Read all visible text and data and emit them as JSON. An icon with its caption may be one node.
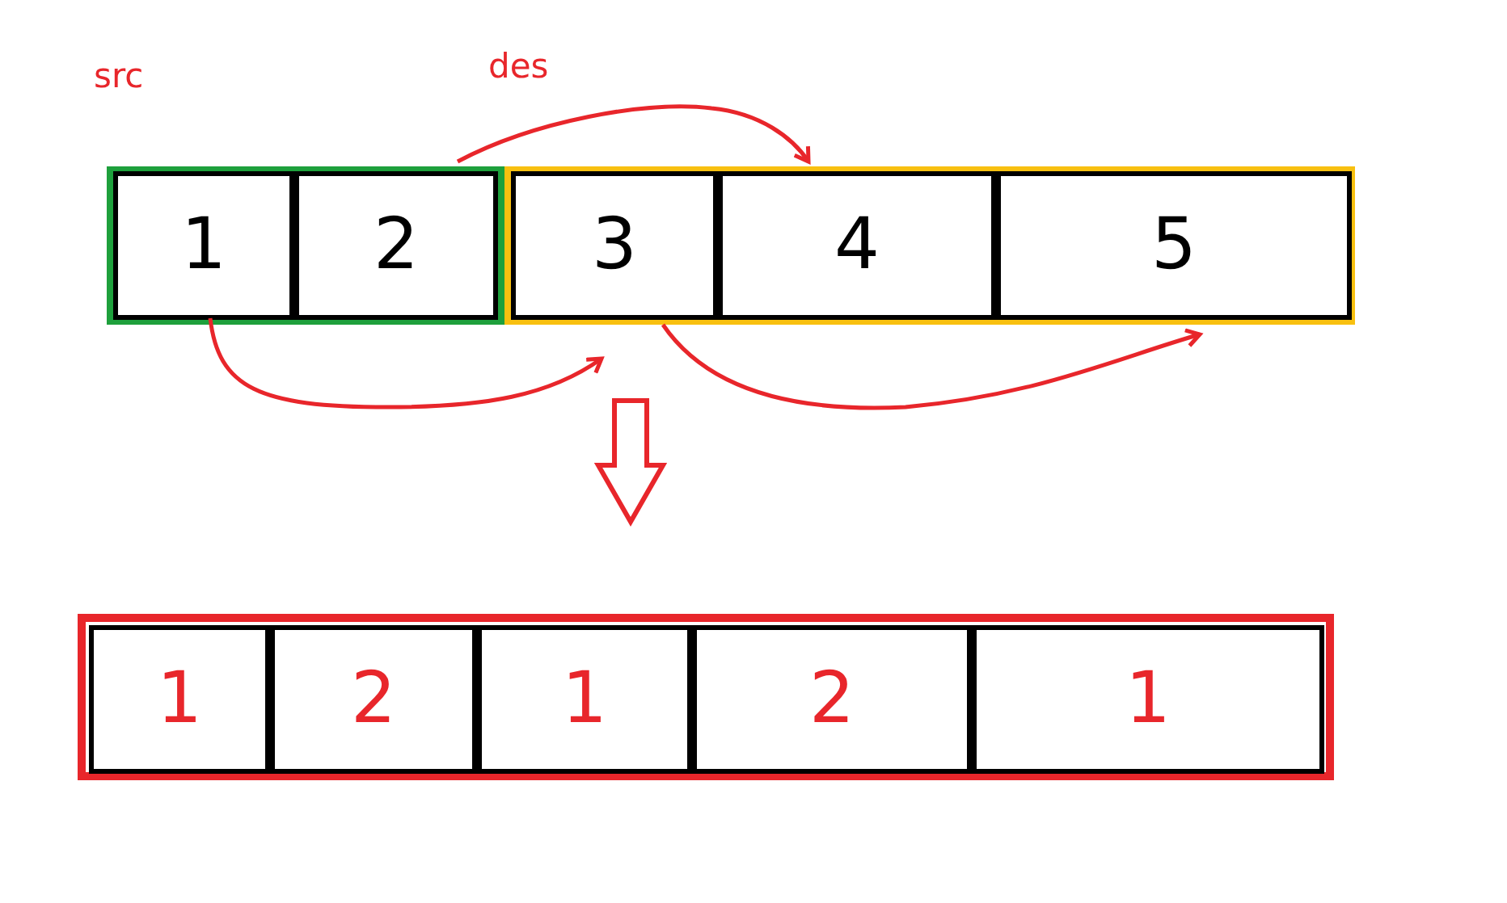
{
  "diagram": {
    "nodes": [
      {
        "text": [
          "src"
        ]
      },
      {
        "text": [
          "des"
        ]
      },
      {
        "text": [
          "1"
        ],
        "in": 0
      },
      {
        "text": [
          "2"
        ],
        "in": 0
      },
      {
        "text": [
          "3"
        ],
        "in": 1
      },
      {
        "text": [
          "4"
        ],
        "in": 1
      },
      {
        "text": [
          "5"
        ],
        "in": 1
      },
      {
        "text": [],
        "shape": "box"
      },
      {
        "text": [
          "1"
        ],
        "in": 7
      },
      {
        "text": [
          "2"
        ],
        "in": 7
      },
      {
        "text": [
          "1"
        ],
        "in": 7
      },
      {
        "text": [
          "2"
        ],
        "in": 7
      },
      {
        "text": [
          "1"
        ],
        "in": 7
      }
    ],
    "edges": [
      {
        "from": 3,
        "to": 5,
        "arrow": "to"
      },
      {
        "from": 2,
        "to": 4,
        "arrow": "to"
      },
      {
        "from": 4,
        "to": 6,
        "arrow": "to"
      },
      {
        "from": 4,
        "to": 7,
        "arrow": "to",
        "style": "thick"
      }
    ]
  }
}
